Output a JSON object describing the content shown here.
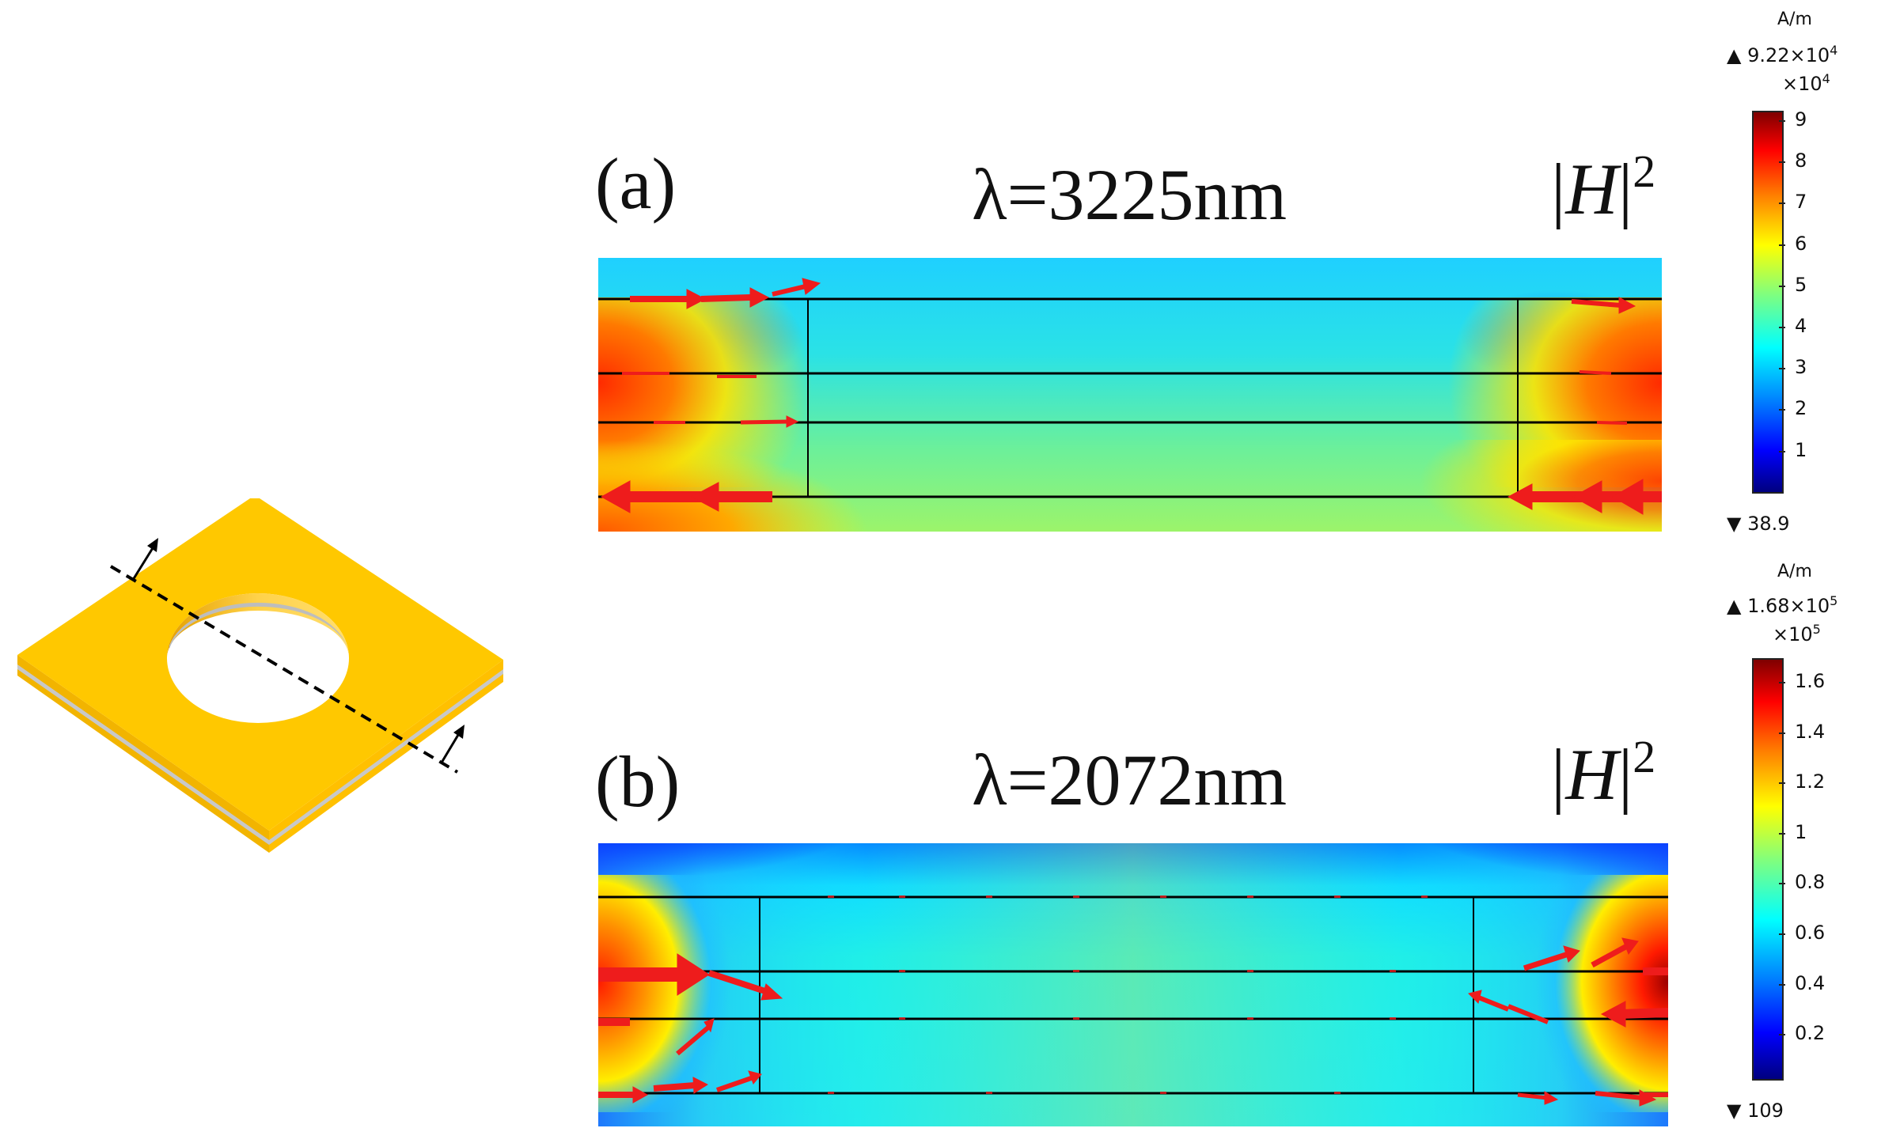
{
  "panel_a": {
    "label": "(a)",
    "wavelength": "λ=3225nm",
    "quantity_symbol": "H",
    "quantity_exponent": "2",
    "colorbar": {
      "unit": "A/m",
      "max_marker": "▲ 9.22×10",
      "max_exponent": "4",
      "multiplier": "×10",
      "multiplier_exponent": "4",
      "ticks": [
        "9",
        "8",
        "7",
        "6",
        "5",
        "4",
        "3",
        "2",
        "1"
      ],
      "min_marker": "▼ 38.9"
    }
  },
  "panel_b": {
    "label": "(b)",
    "wavelength": "λ=2072nm",
    "quantity_symbol": "H",
    "quantity_exponent": "2",
    "colorbar": {
      "unit": "A/m",
      "max_marker": "▲ 1.68×10",
      "max_exponent": "5",
      "multiplier": "×10",
      "multiplier_exponent": "5",
      "ticks": [
        "1.6",
        "1.4",
        "1.2",
        "1",
        "0.8",
        "0.6",
        "0.4",
        "0.2"
      ],
      "min_marker": "▼ 109"
    }
  },
  "colors": {
    "gold_top": "#ffc800",
    "gold_side": "#f2b200",
    "spacer": "#c8c8c8",
    "arrow": "#ee1c1c",
    "jet": [
      "#00007f",
      "#0000ff",
      "#00bfff",
      "#28e6d2",
      "#78f07a",
      "#ffef00",
      "#ff7f00",
      "#ff0000",
      "#7f0000"
    ]
  }
}
